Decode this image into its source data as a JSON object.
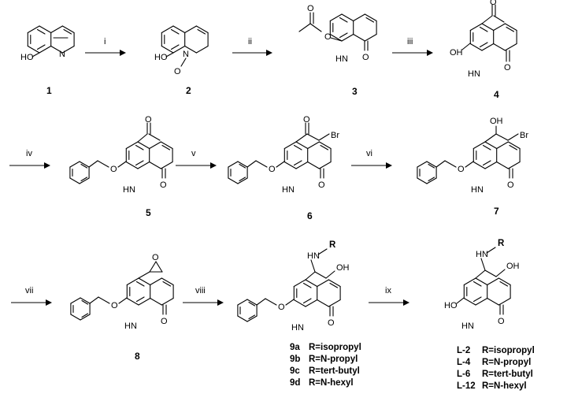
{
  "compounds": [
    {
      "id": "1",
      "label": "1"
    },
    {
      "id": "2",
      "label": "2"
    },
    {
      "id": "3",
      "label": "3"
    },
    {
      "id": "4",
      "label": "4"
    },
    {
      "id": "5",
      "label": "5"
    },
    {
      "id": "6",
      "label": "6"
    },
    {
      "id": "7",
      "label": "7"
    },
    {
      "id": "8",
      "label": "8"
    }
  ],
  "steps": [
    "i",
    "ii",
    "iii",
    "iv",
    "v",
    "vi",
    "vii",
    "viii",
    "ix"
  ],
  "atoms": {
    "ho": "HO",
    "oh": "OH",
    "n": "N",
    "o": "O",
    "hn": "HN",
    "br": "Br",
    "r": "R",
    "o_minus": "O"
  },
  "series_9": [
    {
      "code": "9a",
      "r": "R=isopropyl"
    },
    {
      "code": "9b",
      "r": "R=N-propyl"
    },
    {
      "code": "9c",
      "r": "R=tert-butyl"
    },
    {
      "code": "9d",
      "r": "R=N-hexyl"
    }
  ],
  "series_L": [
    {
      "code": "L-2",
      "r": "R=isopropyl"
    },
    {
      "code": "L-4",
      "r": "R=N-propyl"
    },
    {
      "code": "L-6",
      "r": "R=tert-butyl"
    },
    {
      "code": "L-12",
      "r": "R=N-hexyl"
    }
  ]
}
